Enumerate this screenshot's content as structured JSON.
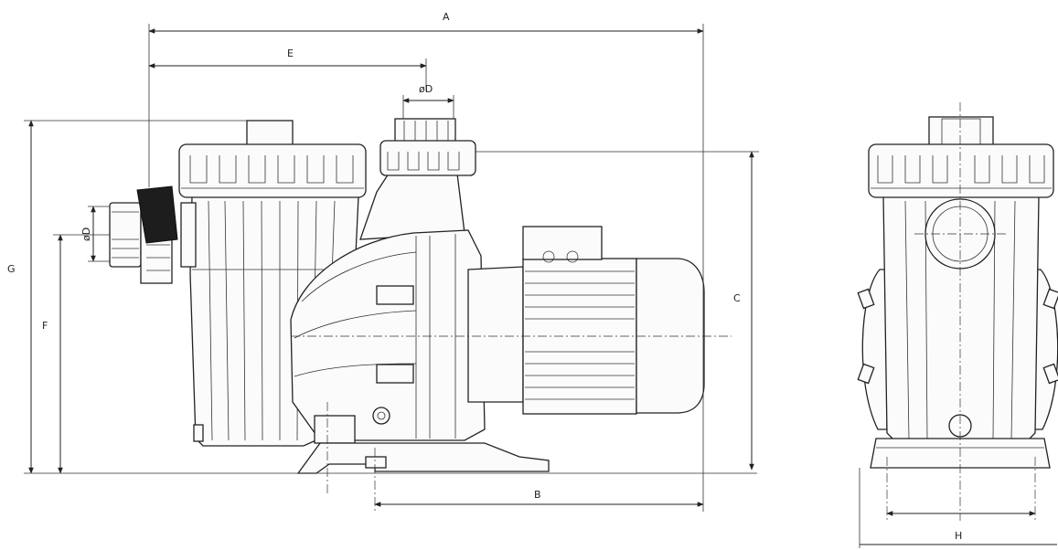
{
  "labels": {
    "A": "A",
    "B": "B",
    "C": "C",
    "D_top": "øD",
    "D_side": "øD",
    "E": "E",
    "F": "F",
    "G": "G",
    "H": "H"
  },
  "colors": {
    "line": "#222222",
    "background": "#ffffff",
    "fitting": "#1d1d1d"
  }
}
